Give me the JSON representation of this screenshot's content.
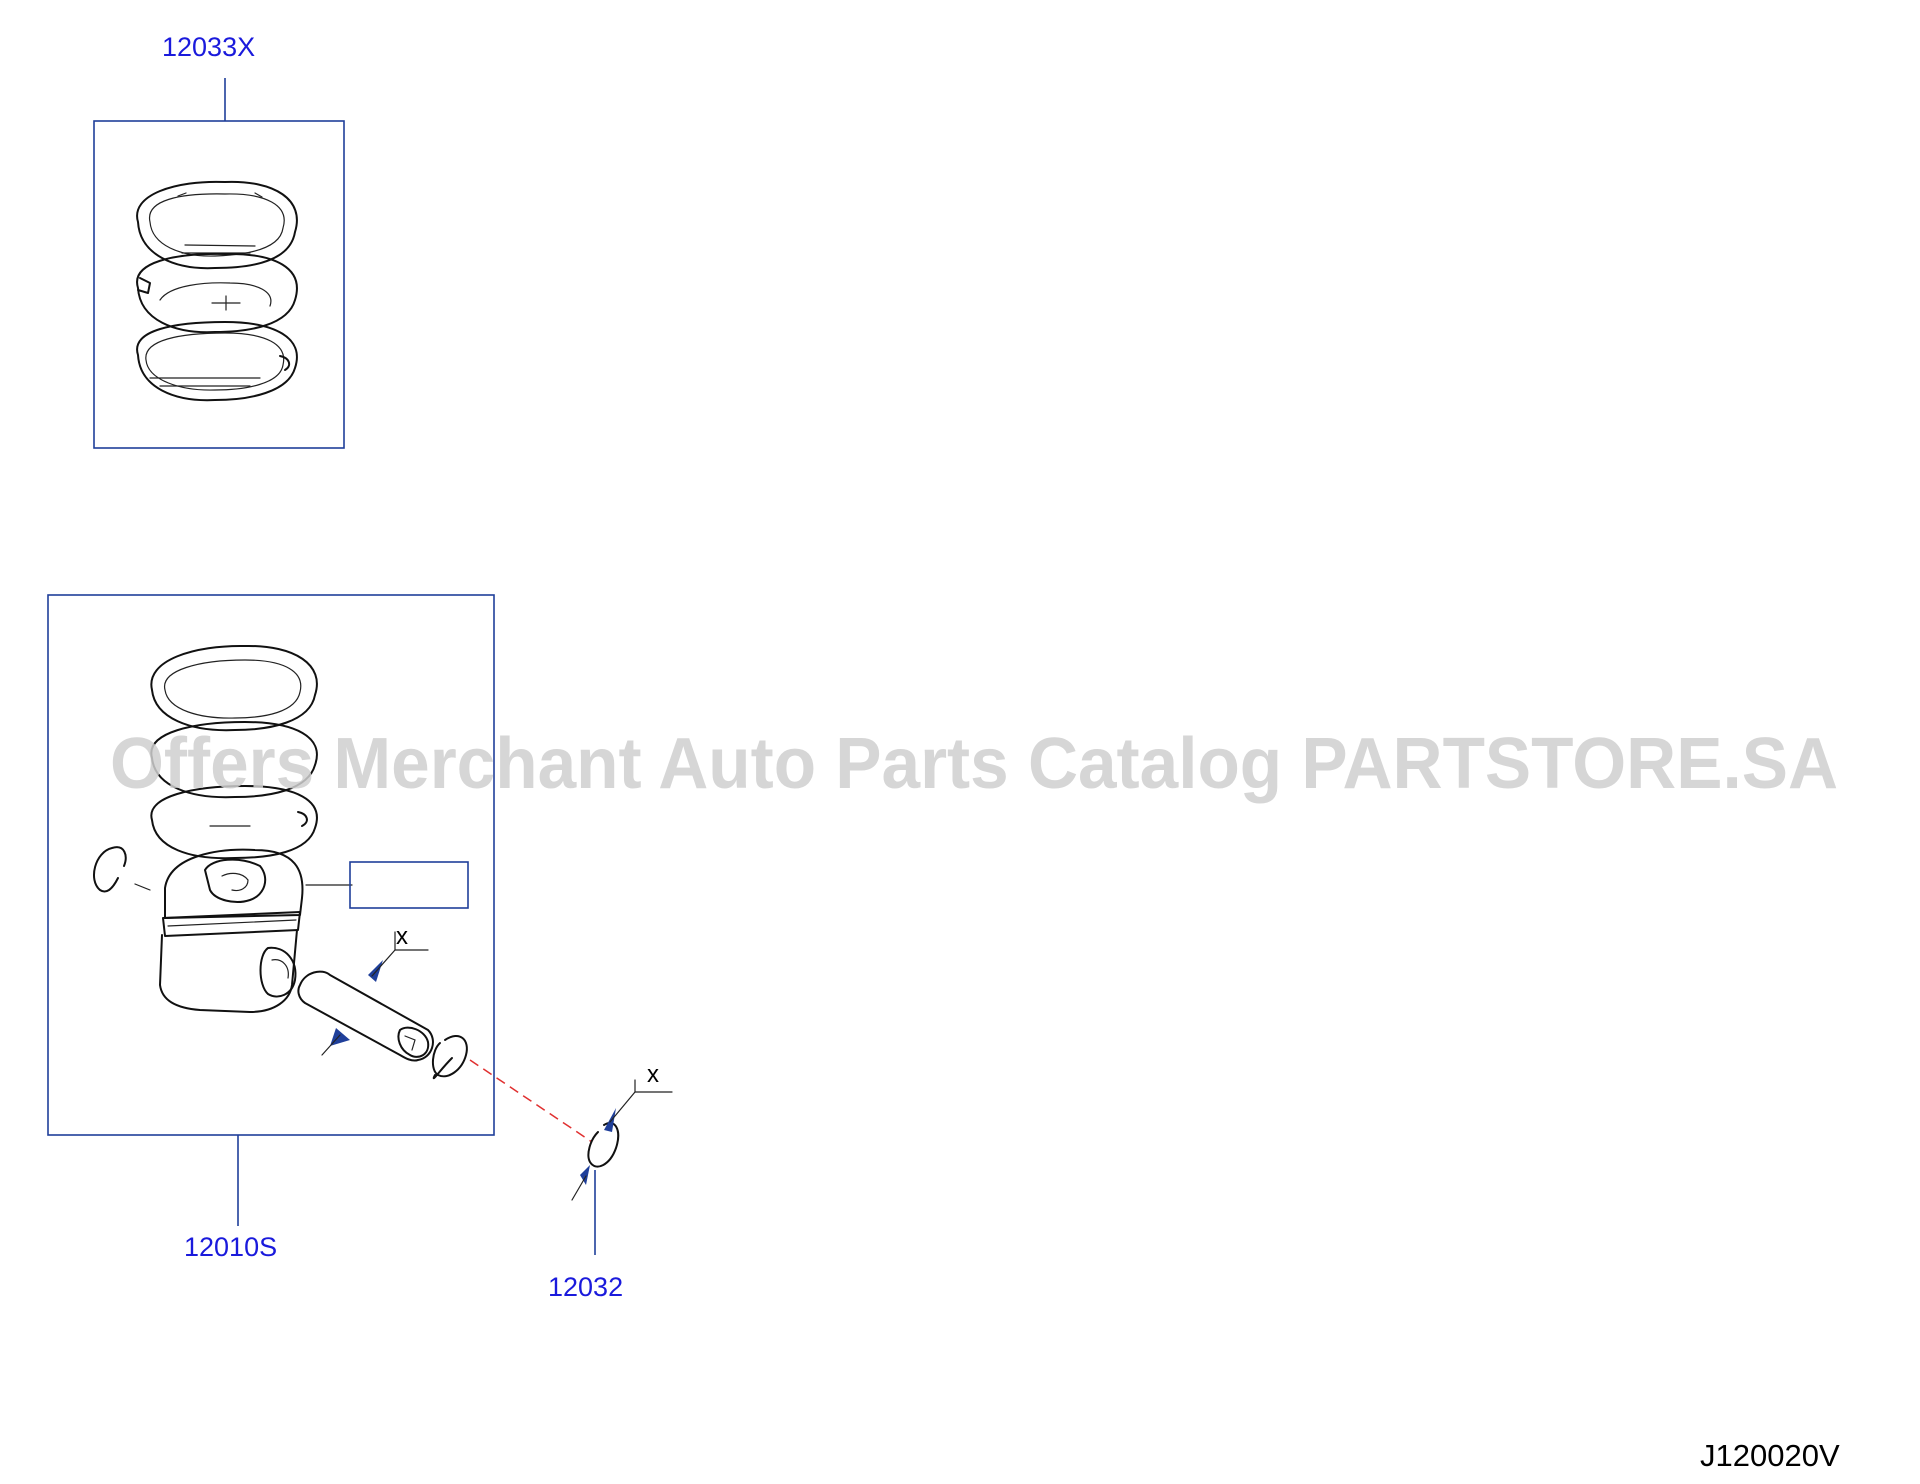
{
  "diagram": {
    "callouts": [
      {
        "id": "ring-set",
        "part_no": "12033X"
      },
      {
        "id": "piston-assembly",
        "part_no": "12010S"
      },
      {
        "id": "snap-ring",
        "part_no": "12032"
      }
    ],
    "markers": {
      "pin_mark": "x",
      "snap_ring_mark": "x"
    },
    "watermark": "Offers Merchant Auto Parts Catalog PARTSTORE.SA",
    "illustration_code": "J120020V"
  },
  "colors": {
    "callout": "#1a1adc",
    "frame": "#1f3f9a",
    "dashed_line": "#e03030"
  }
}
